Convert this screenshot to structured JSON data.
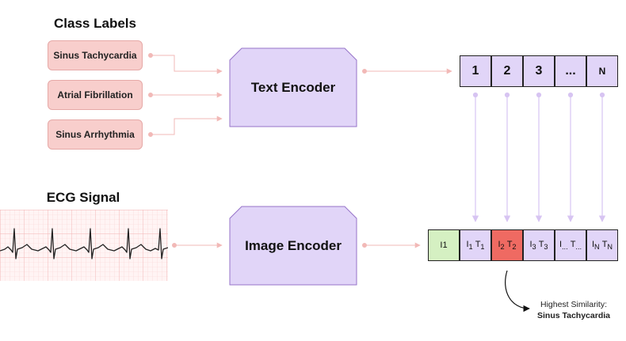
{
  "class_labels": {
    "title": "Class Labels",
    "items": [
      "Sinus Tachycardia",
      "Atrial Fibrillation",
      "Sinus Arrhythmia"
    ]
  },
  "ecg": {
    "title": "ECG Signal"
  },
  "text_encoder": {
    "label": "Text Encoder"
  },
  "image_encoder": {
    "label": "Image Encoder"
  },
  "text_embeddings": [
    "1",
    "2",
    "3",
    "...",
    "N"
  ],
  "similarity_row": {
    "image_label": "I1",
    "pairs": [
      {
        "i": "1",
        "t": "1"
      },
      {
        "i": "2",
        "t": "2"
      },
      {
        "i": "...",
        "t": "..."
      },
      {
        "i": "3",
        "t": "3"
      },
      {
        "i": "N",
        "t": "N"
      }
    ],
    "highlight_index": 1
  },
  "result": {
    "caption": "Highest Similarity:",
    "label": "Sinus Tachycardia"
  },
  "colors": {
    "label_fill": "#f8cecc",
    "encoder_fill": "#e1d5f8",
    "highlight_fill": "#ef6a62",
    "image_cell_fill": "#d5f0c2",
    "connector": "#f2b9b7",
    "drop_arrow": "#d7c4f2"
  }
}
